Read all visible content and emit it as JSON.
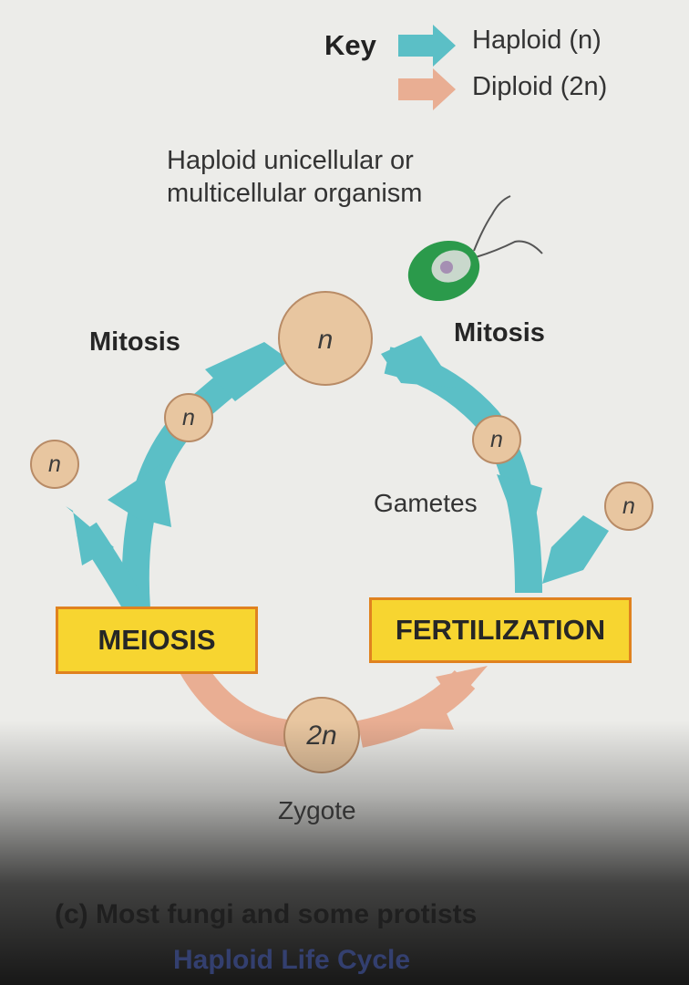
{
  "key": {
    "title": "Key",
    "haploid_label": "Haploid (n)",
    "diploid_label": "Diploid (2n)"
  },
  "colors": {
    "haploid": "#5bbfc6",
    "diploid": "#e9ae93",
    "cell_fill": "#e8c6a0",
    "cell_stroke": "#b88b66",
    "box_fill": "#f7d530",
    "box_stroke": "#e0821f"
  },
  "organism_label": "Haploid unicellular or multicellular organism",
  "cells": {
    "main": "n",
    "left_inner": "n",
    "left_outer": "n",
    "right_inner": "n",
    "right_outer": "n",
    "zygote": "2n"
  },
  "labels": {
    "mitosis_left": "Mitosis",
    "mitosis_right": "Mitosis",
    "gametes": "Gametes",
    "meiosis": "MEIOSIS",
    "fertilization": "FERTILIZATION",
    "zygote": "Zygote"
  },
  "caption": "(c) Most fungi and some protists",
  "subcaption": "Haploid Life Cycle",
  "icons": [
    "arrow-icon",
    "organism-icon"
  ]
}
